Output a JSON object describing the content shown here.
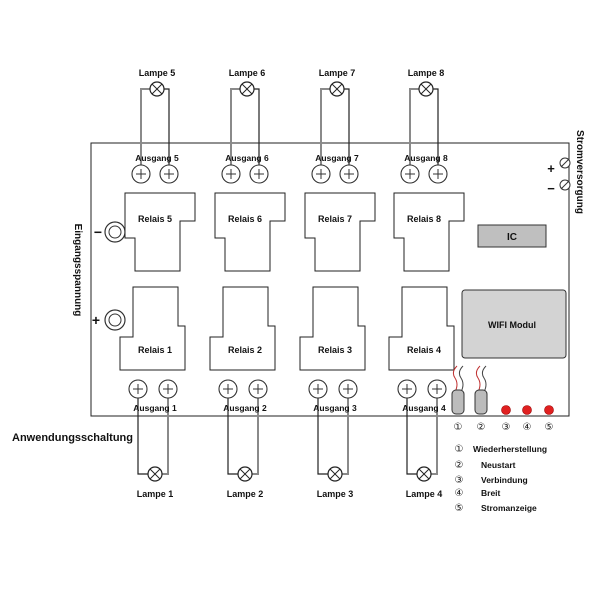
{
  "title": "Anwendungsschaltung",
  "left_label": "Eingangsspannung",
  "right_label": "Stromversorgung",
  "plus": "+",
  "minus": "−",
  "lamps_top": [
    "Lampe 5",
    "Lampe 6",
    "Lampe 7",
    "Lampe 8"
  ],
  "lamps_bottom": [
    "Lampe 1",
    "Lampe 2",
    "Lampe 3",
    "Lampe 4"
  ],
  "outputs_top": [
    "Ausgang 5",
    "Ausgang 6",
    "Ausgang 7",
    "Ausgang 8"
  ],
  "outputs_bottom": [
    "Ausgang 1",
    "Ausgang 2",
    "Ausgang 3",
    "Ausgang 4"
  ],
  "relays_top": [
    "Relais 5",
    "Relais 6",
    "Relais 7",
    "Relais 8"
  ],
  "relays_bottom": [
    "Relais 1",
    "Relais 2",
    "Relais 3",
    "Relais 4"
  ],
  "ic_label": "IC",
  "wifi_label": "WIFI Modul",
  "indicator_numbers": [
    "①",
    "②",
    "③",
    "④",
    "⑤"
  ],
  "legend": [
    {
      "num": "①",
      "text": "Wiederherstellung"
    },
    {
      "num": "②",
      "text": "Neustart"
    },
    {
      "num": "③",
      "text": "Verbindung"
    },
    {
      "num": "④",
      "text": "Breit"
    },
    {
      "num": "⑤",
      "text": "Stromanzeige"
    }
  ],
  "colors": {
    "led": "#e02020",
    "wire_gray": "#8a8a8a",
    "ic_fill": "#bfbfbf",
    "wifi_fill": "#d3d3d3"
  }
}
